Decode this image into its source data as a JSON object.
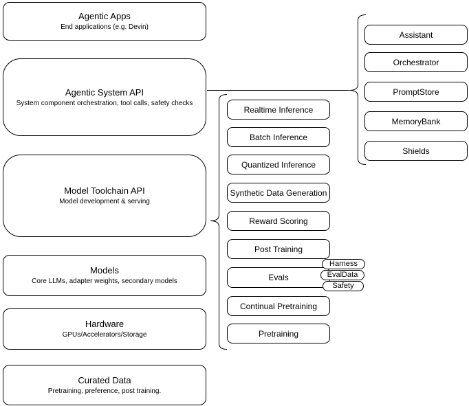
{
  "colors": {
    "background": "#ffffff",
    "node_fill": "#ffffff",
    "stroke": "#000000",
    "text": "#000000"
  },
  "stack": [
    {
      "title": "Agentic Apps",
      "subtitle": "End applications (e.g. Devin)"
    },
    {
      "title": "Agentic System API",
      "subtitle": "System component orchestration, tool calls, safety checks"
    },
    {
      "title": "Model Toolchain API",
      "subtitle": "Model development & serving"
    },
    {
      "title": "Models",
      "subtitle": "Core LLMs, adapter weights, secondary models"
    },
    {
      "title": "Hardware",
      "subtitle": "GPUs/Accelerators/Storage"
    },
    {
      "title": "Curated Data",
      "subtitle": "Pretraining, preference, post training."
    }
  ],
  "toolchain_items": [
    "Realtime Inference",
    "Batch Inference",
    "Quantized Inference",
    "Synthetic Data Generation",
    "Reward Scoring",
    "Post Training",
    "Evals",
    "Continual Pretraining",
    "Pretraining"
  ],
  "eval_tags": [
    "Harness",
    "EvalData",
    "Safety"
  ],
  "system_components": [
    "Assistant",
    "Orchestrator",
    "PromptStore",
    "MemoryBank",
    "Shields"
  ]
}
